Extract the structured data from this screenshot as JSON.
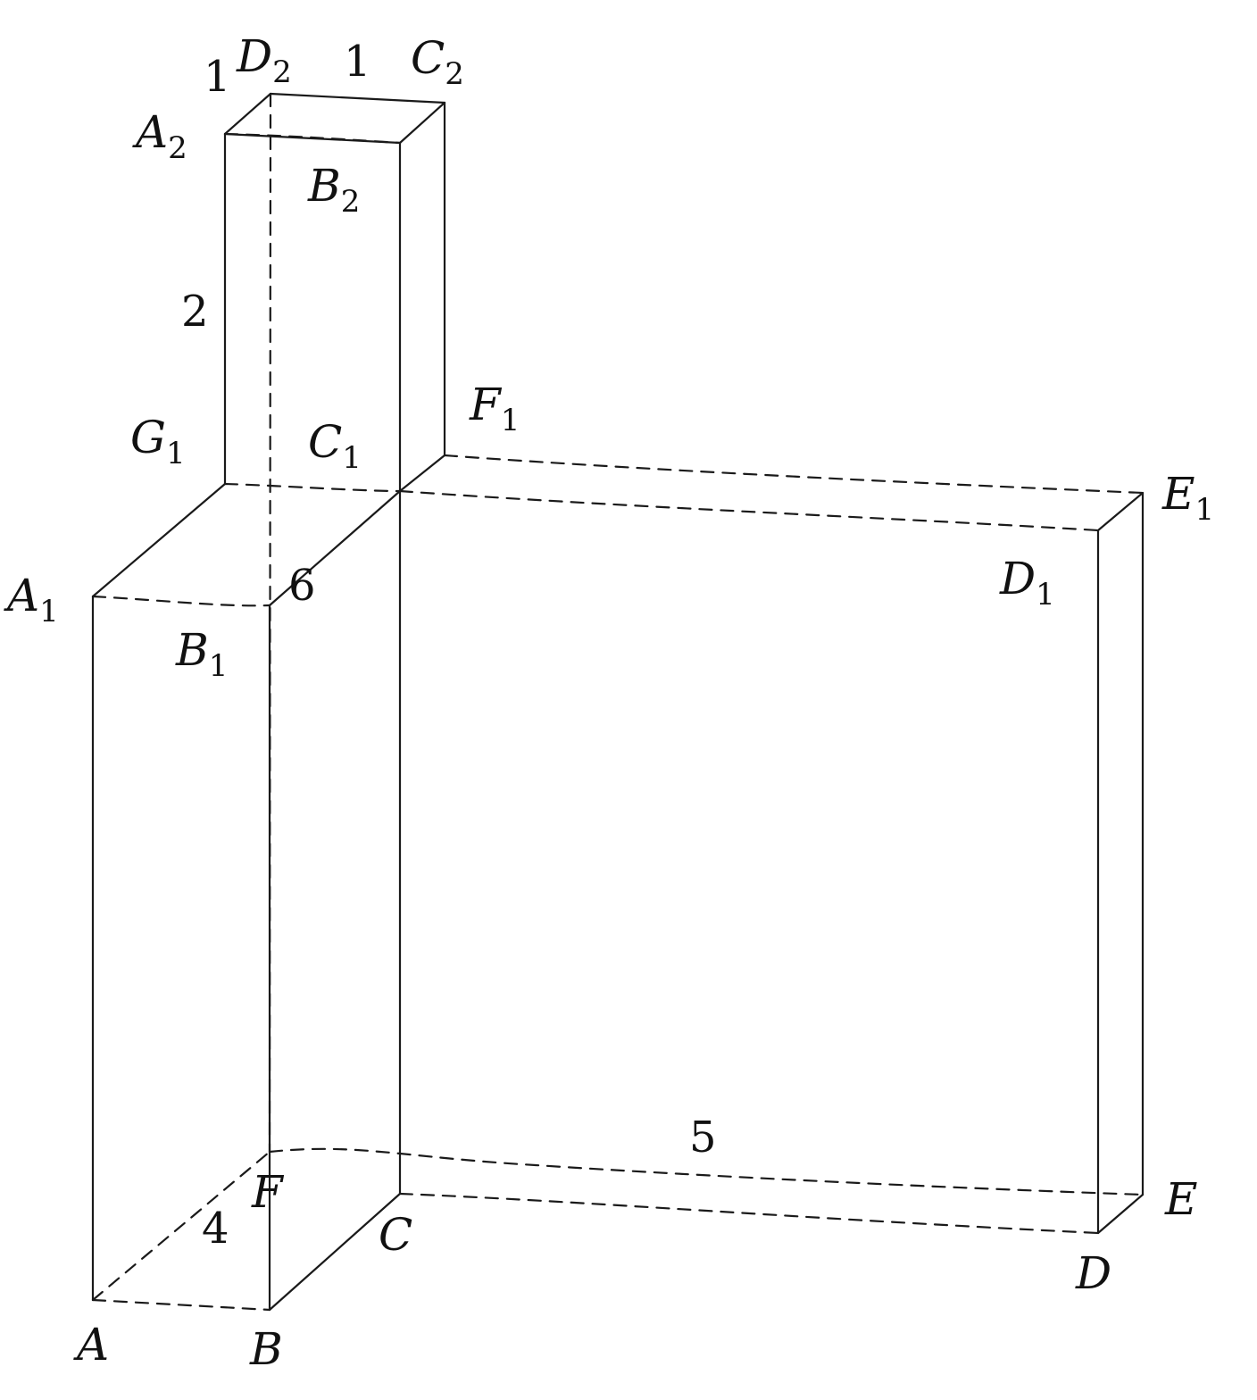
{
  "vertices": {
    "D2": {
      "letter": "D",
      "sub": "2"
    },
    "C2": {
      "letter": "C",
      "sub": "2"
    },
    "A2": {
      "letter": "A",
      "sub": "2"
    },
    "B2": {
      "letter": "B",
      "sub": "2"
    },
    "G1": {
      "letter": "G",
      "sub": "1"
    },
    "C1": {
      "letter": "C",
      "sub": "1"
    },
    "F1": {
      "letter": "F",
      "sub": "1"
    },
    "E1": {
      "letter": "E",
      "sub": "1"
    },
    "A1": {
      "letter": "A",
      "sub": "1"
    },
    "B1": {
      "letter": "B",
      "sub": "1"
    },
    "D1": {
      "letter": "D",
      "sub": "1"
    },
    "F": {
      "letter": "F",
      "sub": ""
    },
    "C": {
      "letter": "C",
      "sub": ""
    },
    "E": {
      "letter": "E",
      "sub": ""
    },
    "A": {
      "letter": "A",
      "sub": ""
    },
    "B": {
      "letter": "B",
      "sub": ""
    },
    "D": {
      "letter": "D",
      "sub": ""
    }
  },
  "dimensions": {
    "top_left": "1",
    "top_right": "1",
    "height_top": "2",
    "depth_mid": "6",
    "length": "5",
    "depth_bottom": "4"
  }
}
